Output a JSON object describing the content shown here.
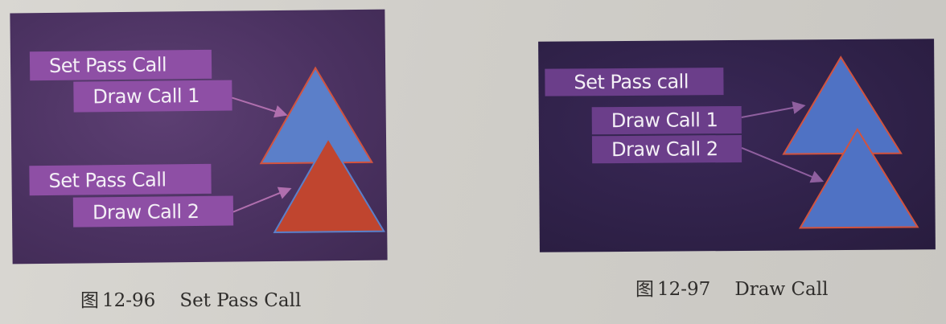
{
  "figure_96": {
    "labels": {
      "set_pass_1": "Set Pass Call",
      "draw_call_1": "Draw Call 1",
      "set_pass_2": "Set Pass Call",
      "draw_call_2": "Draw Call 2"
    },
    "colors": {
      "background": "#4a3160",
      "label_bg": "#8e4fa5",
      "triangle_blue": "#5b7fc9",
      "triangle_red": "#c0452f",
      "outline_red": "#d2533f",
      "outline_blue": "#5b7fc9"
    }
  },
  "figure_97": {
    "labels": {
      "set_pass": "Set Pass call",
      "draw_call_1": "Draw Call 1",
      "draw_call_2": "Draw Call 2"
    },
    "colors": {
      "background": "#2f2148",
      "label_bg": "#6b3e8a",
      "triangle_blue": "#4f72c4",
      "outline_red": "#d2533f"
    }
  },
  "captions": {
    "fig_96": {
      "prefix": "图",
      "number": "12-96",
      "text": "Set Pass Call"
    },
    "fig_97": {
      "prefix": "图",
      "number": "12-97",
      "text": "Draw Call"
    }
  }
}
